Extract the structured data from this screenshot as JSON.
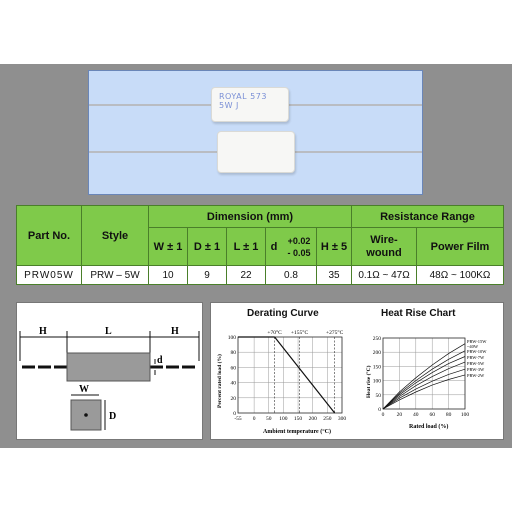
{
  "photo": {
    "marking_line1": "ROYAL 573",
    "marking_line2": "5W  J"
  },
  "table": {
    "headers": {
      "part_no": "Part No.",
      "style": "Style",
      "dimension": "Dimension (mm)",
      "resistance_range": "Resistance Range",
      "w": "W ± 1",
      "d": "D ± 1",
      "l": "L ± 1",
      "d_small": "d",
      "d_tol_plus": "+0.02",
      "d_tol_minus": "- 0.05",
      "h": "H ± 5",
      "wire_wound_line1": "Wire-",
      "wire_wound_line2": "wound",
      "power_film": "Power Film"
    },
    "row": {
      "part_no": "PRW05W",
      "style": "PRW – 5W",
      "w": "10",
      "d": "9",
      "l": "22",
      "d_small": "0.8",
      "h": "35",
      "wire_wound": "0.1Ω ~ 47Ω",
      "power_film": "48Ω ~ 100KΩ"
    }
  },
  "dimension_drawing": {
    "H": "H",
    "L": "L",
    "d": "d",
    "W": "W",
    "D": "D"
  },
  "derating_curve": {
    "title": "Derating Curve",
    "ylabel": "Percent rated load (%)",
    "xlabel": "Ambient temperature (°C)",
    "x_ticks": [
      "-55",
      "0",
      "50",
      "100",
      "150",
      "200",
      "250",
      "300"
    ],
    "y_ticks": [
      "0",
      "20",
      "40",
      "60",
      "80",
      "100"
    ],
    "annotations": [
      "+70°C",
      "+155°C",
      "+275°C"
    ]
  },
  "heat_rise_chart": {
    "title": "Heat Rise Chart",
    "ylabel": "Heat rise (°C)",
    "xlabel": "Rated load (%)",
    "x_ticks": [
      "0",
      "20",
      "40",
      "60",
      "80",
      "100"
    ],
    "y_ticks": [
      "0",
      "50",
      "100",
      "150",
      "200",
      "250"
    ],
    "series_labels": [
      "PRW-15W",
      "~40W",
      "PRW-10W",
      "PRW-7W",
      "PRW-5W",
      "PRW-3W",
      "PRW-2W"
    ]
  },
  "chart_data": [
    {
      "type": "line",
      "title": "Derating Curve",
      "xlabel": "Ambient temperature (°C)",
      "ylabel": "Percent rated load (%)",
      "xlim": [
        -55,
        300
      ],
      "ylim": [
        0,
        100
      ],
      "grid": true,
      "series": [
        {
          "x": [
            -55,
            70
          ],
          "y": [
            100,
            100
          ]
        },
        {
          "x": [
            70,
            275
          ],
          "y": [
            100,
            0
          ]
        }
      ]
    },
    {
      "type": "line",
      "title": "Heat Rise Chart",
      "xlabel": "Rated load (%)",
      "ylabel": "Heat rise (°C)",
      "xlim": [
        0,
        100
      ],
      "ylim": [
        0,
        250
      ],
      "grid": true,
      "series": [
        {
          "name": "PRW-15W ~40W",
          "x": [
            0,
            20,
            40,
            60,
            80,
            100
          ],
          "y": [
            0,
            60,
            110,
            155,
            195,
            230
          ]
        },
        {
          "name": "PRW-10W",
          "x": [
            0,
            20,
            40,
            60,
            80,
            100
          ],
          "y": [
            0,
            55,
            100,
            140,
            175,
            205
          ]
        },
        {
          "name": "PRW-7W",
          "x": [
            0,
            20,
            40,
            60,
            80,
            100
          ],
          "y": [
            0,
            50,
            92,
            128,
            160,
            185
          ]
        },
        {
          "name": "PRW-5W",
          "x": [
            0,
            20,
            40,
            60,
            80,
            100
          ],
          "y": [
            0,
            44,
            82,
            114,
            142,
            165
          ]
        },
        {
          "name": "PRW-3W",
          "x": [
            0,
            20,
            40,
            60,
            80,
            100
          ],
          "y": [
            0,
            38,
            70,
            98,
            122,
            140
          ]
        },
        {
          "name": "PRW-2W",
          "x": [
            0,
            20,
            40,
            60,
            80,
            100
          ],
          "y": [
            0,
            32,
            60,
            84,
            104,
            120
          ]
        }
      ]
    }
  ]
}
